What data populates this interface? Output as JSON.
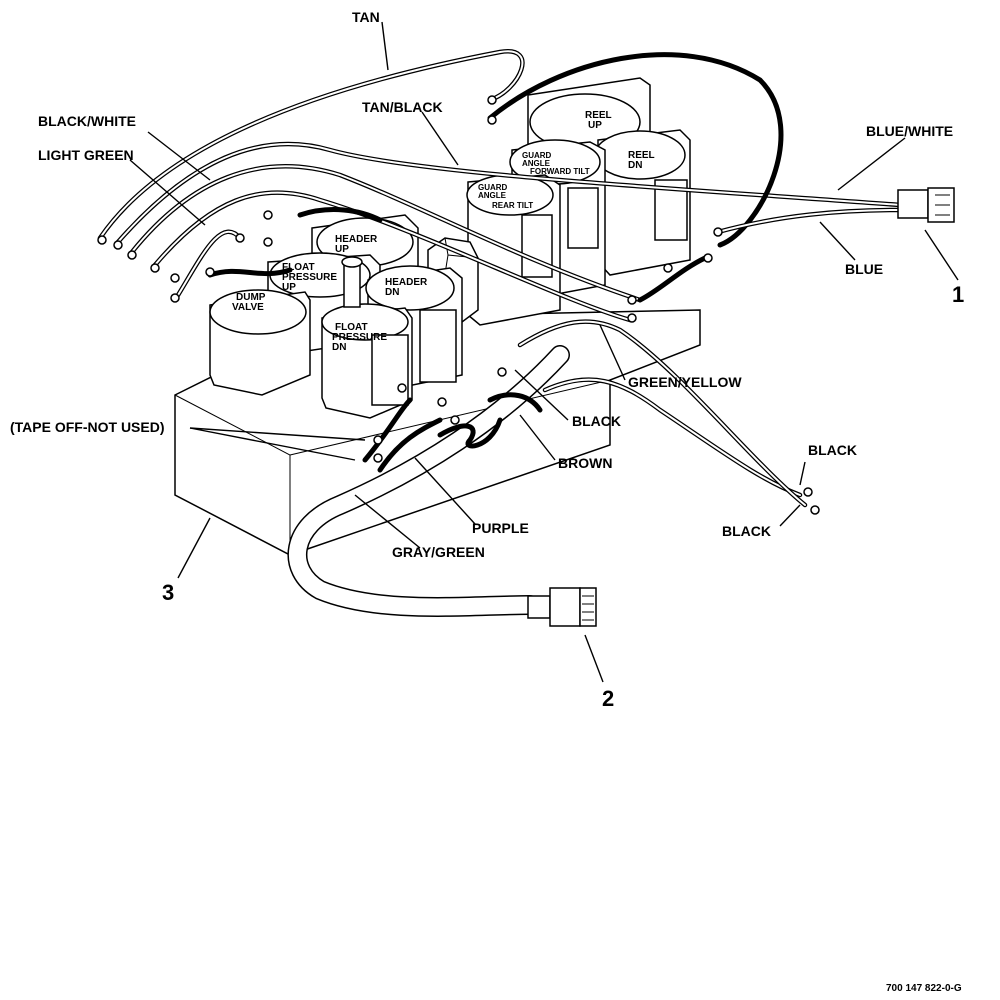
{
  "labels": {
    "tan": "TAN",
    "tan_black": "TAN/BLACK",
    "black_white": "BLACK/WHITE",
    "light_green": "LIGHT GREEN",
    "blue_white": "BLUE/WHITE",
    "blue": "BLUE",
    "green_yellow": "GREEN/YELLOW",
    "black_1": "BLACK",
    "brown": "BROWN",
    "black_2": "BLACK",
    "black_3": "BLACK",
    "purple": "PURPLE",
    "gray_green": "GRAY/GREEN",
    "tape_off": "(TAPE OFF-NOT USED)"
  },
  "callouts": {
    "item_1": "1",
    "item_2": "2",
    "item_3": "3"
  },
  "solenoids": {
    "reel_up": [
      "REEL",
      "UP"
    ],
    "reel_dn": [
      "REEL",
      "DN"
    ],
    "guard_angle_forward": [
      "GUARD",
      "ANGLE",
      "FORWARD TILT"
    ],
    "guard_angle_rear": [
      "GUARD",
      "ANGLE",
      "REAR TILT"
    ],
    "header_up": [
      "HEADER",
      "UP"
    ],
    "header_dn": [
      "HEADER",
      "DN"
    ],
    "float_pressure_up": [
      "FLOAT",
      "PRESSURE",
      "UP"
    ],
    "float_pressure_dn": [
      "FLOAT",
      "PRESSURE",
      "DN"
    ],
    "dump_valve": [
      "DUMP",
      "VALVE"
    ]
  },
  "figure_code": "700 147 822-0-G"
}
